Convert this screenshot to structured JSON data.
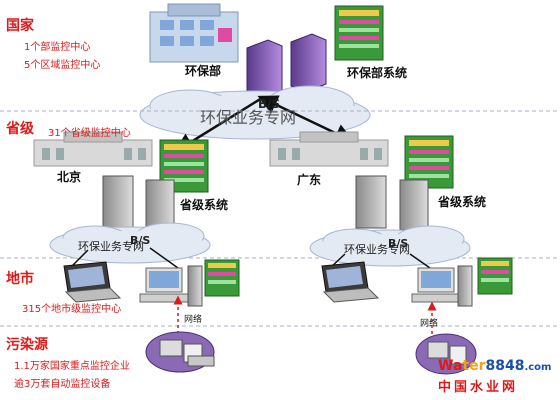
{
  "levels": {
    "national": {
      "title": "国家",
      "notes": [
        "1个部监控中心",
        "5个区域监控中心"
      ]
    },
    "province": {
      "title": "省级",
      "notes": [
        "31个省级监控中心"
      ]
    },
    "city": {
      "title": "地市",
      "notes": [
        "315个地市级监控中心"
      ]
    },
    "pollution": {
      "title": "污染源",
      "notes": [
        "1.1万家国家重点监控企业",
        "逾3万套自动监控设备"
      ]
    }
  },
  "nodes": {
    "ministry": "环保部",
    "ministry_system": "环保部系统",
    "beijing": "北京",
    "guangdong": "广东",
    "province_system_left": "省级系统",
    "province_system_right": "省级系统"
  },
  "clouds": {
    "top": "环保业务专网",
    "left": "环保业务专网",
    "right": "环保业务专网"
  },
  "bs_labels": {
    "top": "B/S",
    "left": "B/S",
    "right": "B/S"
  },
  "network_labels": {
    "left": "网络",
    "right": "网络"
  },
  "watermark": {
    "prefix": "Wa",
    "middle": "ter",
    "suffix": "8848",
    "domain": ".com",
    "cn": "中国水业网"
  },
  "colors": {
    "level_text": "#e01818",
    "arrow": "#111111",
    "net_arrow": "#e01818"
  }
}
